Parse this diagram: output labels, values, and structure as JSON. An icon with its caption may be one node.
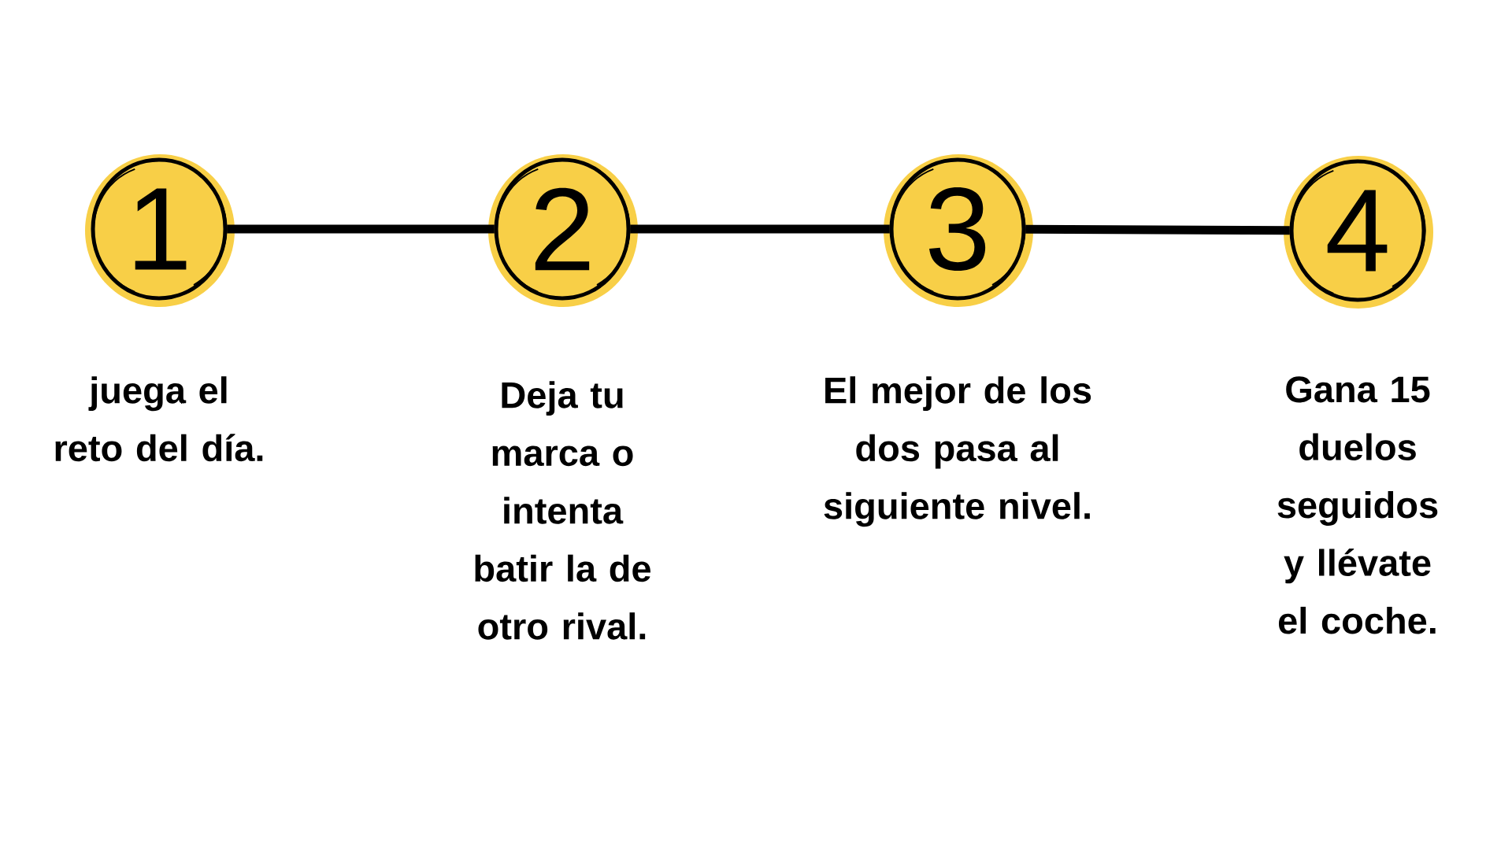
{
  "diagram": {
    "nodes": [
      {
        "text": [
          "1"
        ],
        "beside": [
          "juega el reto del día."
        ]
      },
      {
        "text": [
          "2"
        ],
        "beside": [
          "Deja tu marca o intenta batir la de otro rival."
        ]
      },
      {
        "text": [
          "3"
        ],
        "beside": [
          "El mejor de los dos pasa al siguiente nivel."
        ]
      },
      {
        "text": [
          "4"
        ],
        "beside": [
          "Gana 15 duelos seguidos y llévate el coche."
        ]
      }
    ],
    "edges": [
      {
        "from": 0,
        "to": 1,
        "arrow": "none"
      },
      {
        "from": 1,
        "to": 2,
        "arrow": "none"
      },
      {
        "from": 2,
        "to": 3,
        "arrow": "none"
      }
    ]
  }
}
